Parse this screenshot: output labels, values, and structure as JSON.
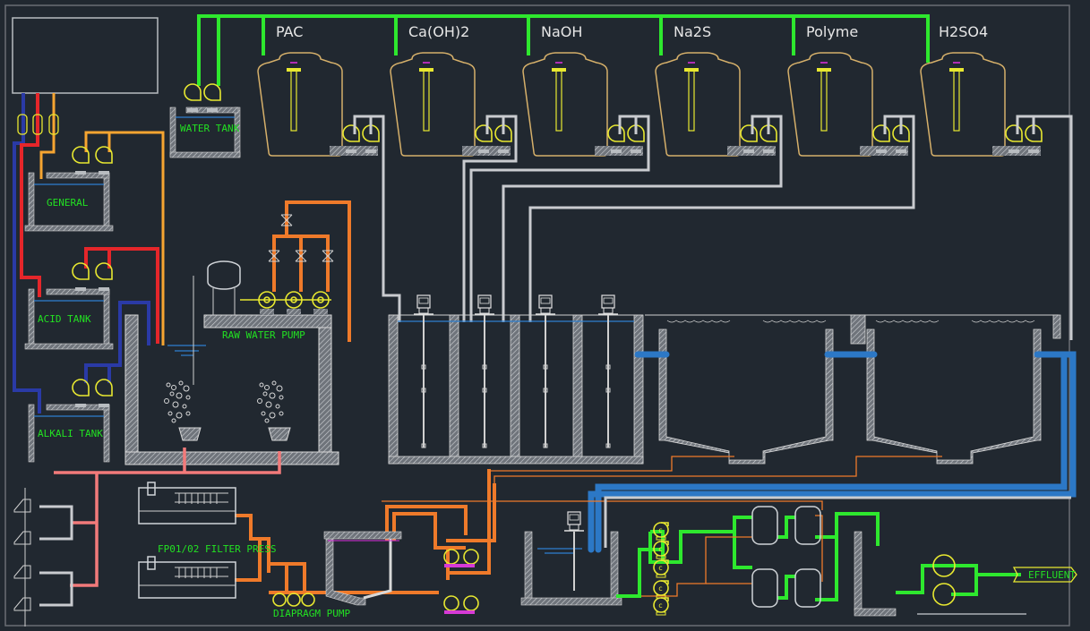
{
  "title": "Wastewater treatment process flow diagram",
  "chemical_tanks": [
    {
      "label": "PAC"
    },
    {
      "label": "Ca(OH)2"
    },
    {
      "label": "NaOH"
    },
    {
      "label": "Na2S"
    },
    {
      "label": "Polyme"
    },
    {
      "label": "H2SO4"
    }
  ],
  "labels": {
    "water_tank": "WATER TANK",
    "general": "GENERAL",
    "acid_tank": "ACID TANK",
    "alkali_tank": "ALKALI TANK",
    "raw_water_pump": "RAW WATER PUMP",
    "filter_press": "FP01/02 FILTER PRESS",
    "diaphragm_pump": "DIAPRAGM PUMP",
    "effluent": "EFFLUENT"
  },
  "colors": {
    "background": "#212830",
    "clean_water_pipe": "#2ee82e",
    "dosing_pipe": "#c9cbcf",
    "sludge_pipe": "#ef7a2a",
    "acid_pipe": "#e5262a",
    "alkali_pipe": "#2a3aa6",
    "general_pipe": "#f6a531",
    "air_pipe": "#f27a7a",
    "overflow_pipe": "#2c78c6",
    "pump": "#e8e830",
    "chem_tank": "#d6b06a"
  }
}
